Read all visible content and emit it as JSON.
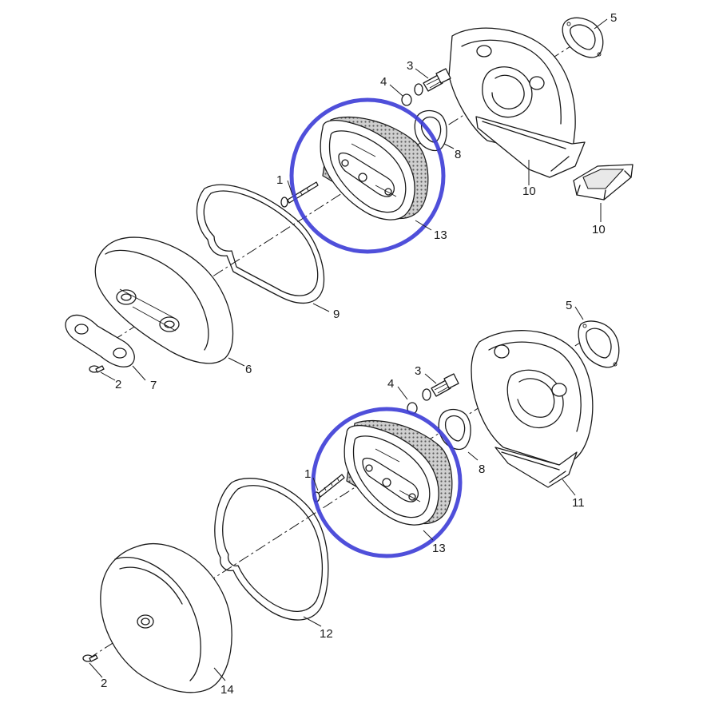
{
  "labels": {
    "a1": "1",
    "a2": "2",
    "a3": "3",
    "a4": "4",
    "a5": "5",
    "a6": "6",
    "a7": "7",
    "a8": "8",
    "a9": "9",
    "a10a": "10",
    "a10b": "10",
    "a13": "13",
    "b1": "1",
    "b2": "2",
    "b3": "3",
    "b4": "4",
    "b5": "5",
    "b8": "8",
    "b11": "11",
    "b12": "12",
    "b13": "13",
    "b14": "14"
  },
  "colors": {
    "line": "#1a1a1a",
    "highlight": "#3c3cd6",
    "background": "#ffffff"
  }
}
